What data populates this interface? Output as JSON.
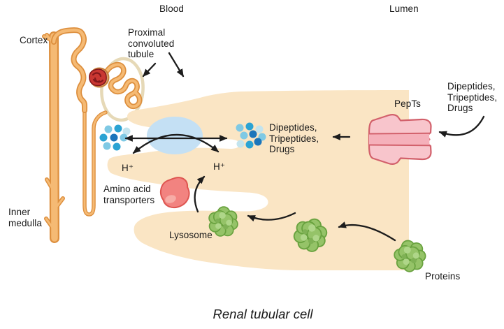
{
  "diagram_title": "Renal tubular cell",
  "labels": {
    "blood": "Blood",
    "lumen": "Lumen",
    "cortex": "Cortex",
    "proximal_tubule": "Proximal\nconvoluted\ntubule",
    "inner_medulla": "Inner\nmedulla",
    "pepts": "PepTs",
    "dipeptides_lumen": "Dipeptides,\nTripeptides,\nDrugs",
    "dipeptides_cell": "Dipeptides,\nTripeptides,\nDrugs",
    "h_plus_left": "H⁺",
    "h_plus_right": "H⁺",
    "amino_acid_transporters": "Amino acid\ntransporters",
    "lysosome": "Lysosome",
    "proteins": "Proteins",
    "caption": "Renal tubular cell"
  },
  "palette": {
    "text": "#1a1a1a",
    "arrow": "#1c1c1c",
    "cellFill": "#fae5c4",
    "transporterEllipse": "#c4e0f4",
    "tubeFill": "#f5ba74",
    "tubeStroke": "#dd8f3e",
    "capsuleStroke": "#e6d9b7",
    "glomRed": "#c93732",
    "glomDark": "#83181b",
    "glomRing": "#dca06a",
    "glomRingStroke": "#c67f3b",
    "pinkBlobFill": "#f28380",
    "pinkBlobStroke": "#de5550",
    "pinkBlobLight": "#f7aca6",
    "peptFill": "#f8c5cc",
    "peptStroke": "#d2606b",
    "peptBand": "#f5b0ba",
    "greenFill": "#95c368",
    "greenStroke": "#69a23f",
    "greenLight": "#afd689",
    "greenDark": "#7fb155",
    "dotDark": "#1b75bb",
    "dotTeal": "#2ba3d3",
    "dotLight": "#7fc9e4",
    "dotPale": "#c3e4ee"
  }
}
